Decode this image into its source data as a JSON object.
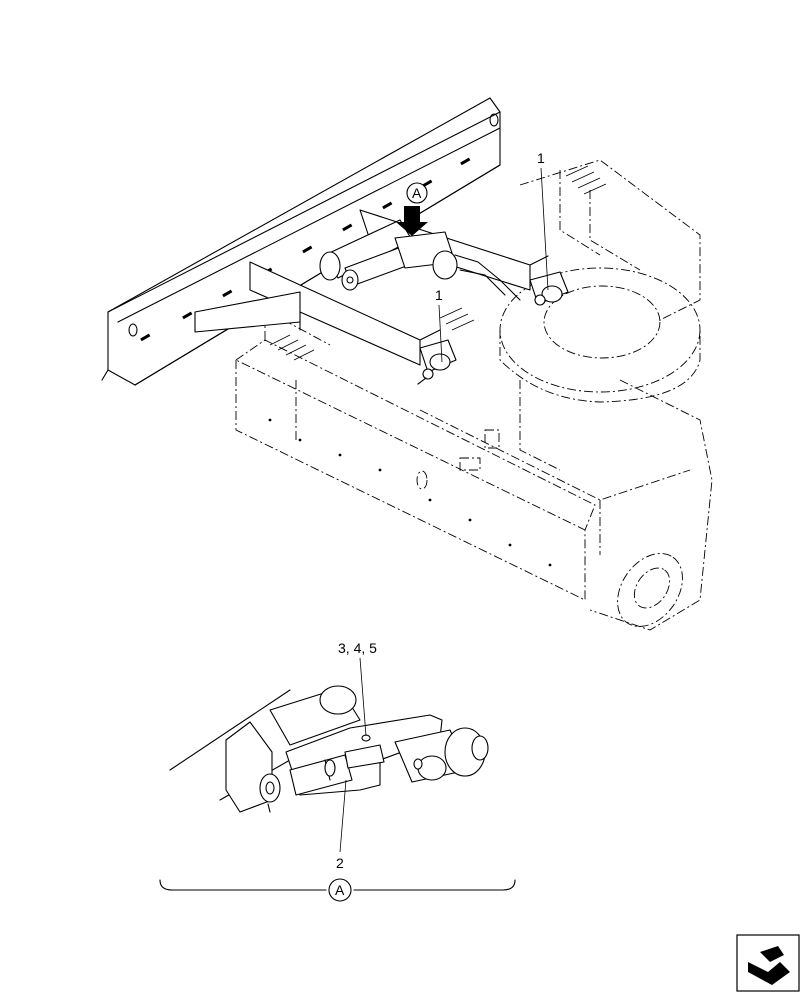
{
  "callouts": {
    "item_1_right": "1",
    "item_1_left": "1",
    "item_3_4_5": "3, 4, 5",
    "item_2": "2"
  },
  "views": {
    "detail_marker": "A",
    "detail_caption": "A"
  },
  "icons": {
    "page_turn": "page-turn-icon"
  }
}
